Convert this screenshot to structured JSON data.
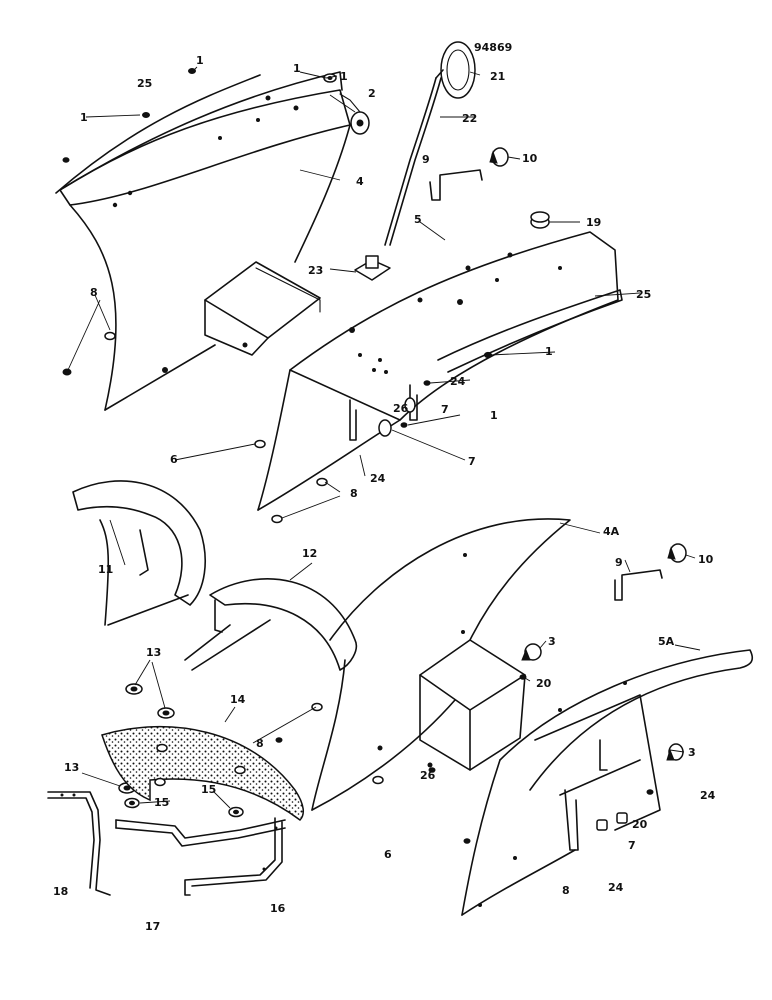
{
  "drawing_ref": "94869",
  "callouts": [
    {
      "id": "c-1a",
      "text": "1"
    },
    {
      "id": "c-1b",
      "text": "1"
    },
    {
      "id": "c-1c",
      "text": "1"
    },
    {
      "id": "c-1d",
      "text": "1"
    },
    {
      "id": "c-1e",
      "text": "1"
    },
    {
      "id": "c-1f",
      "text": "1"
    },
    {
      "id": "c-25a",
      "text": "25"
    },
    {
      "id": "c-2",
      "text": "2"
    },
    {
      "id": "c-21",
      "text": "21"
    },
    {
      "id": "c-22",
      "text": "22"
    },
    {
      "id": "c-4",
      "text": "4"
    },
    {
      "id": "c-9a",
      "text": "9"
    },
    {
      "id": "c-10a",
      "text": "10"
    },
    {
      "id": "c-5",
      "text": "5"
    },
    {
      "id": "c-19",
      "text": "19"
    },
    {
      "id": "c-8a",
      "text": "8"
    },
    {
      "id": "c-23",
      "text": "23"
    },
    {
      "id": "c-25b",
      "text": "25"
    },
    {
      "id": "c-24a",
      "text": "24"
    },
    {
      "id": "c-26a",
      "text": "26"
    },
    {
      "id": "c-7a",
      "text": "7"
    },
    {
      "id": "c-7b",
      "text": "7"
    },
    {
      "id": "c-6a",
      "text": "6"
    },
    {
      "id": "c-24b",
      "text": "24"
    },
    {
      "id": "c-8b",
      "text": "8"
    },
    {
      "id": "c-4a",
      "text": "4A"
    },
    {
      "id": "c-11",
      "text": "11"
    },
    {
      "id": "c-12",
      "text": "12"
    },
    {
      "id": "c-9b",
      "text": "9"
    },
    {
      "id": "c-10b",
      "text": "10"
    },
    {
      "id": "c-3a",
      "text": "3"
    },
    {
      "id": "c-5a",
      "text": "5A"
    },
    {
      "id": "c-13a",
      "text": "13"
    },
    {
      "id": "c-20a",
      "text": "20"
    },
    {
      "id": "c-14",
      "text": "14"
    },
    {
      "id": "c-8c",
      "text": "8"
    },
    {
      "id": "c-3b",
      "text": "3"
    },
    {
      "id": "c-13b",
      "text": "13"
    },
    {
      "id": "c-26b",
      "text": "26"
    },
    {
      "id": "c-24c",
      "text": "24"
    },
    {
      "id": "c-20b",
      "text": "20"
    },
    {
      "id": "c-15a",
      "text": "15"
    },
    {
      "id": "c-15b",
      "text": "15"
    },
    {
      "id": "c-6b",
      "text": "6"
    },
    {
      "id": "c-7c",
      "text": "7"
    },
    {
      "id": "c-18",
      "text": "18"
    },
    {
      "id": "c-16",
      "text": "16"
    },
    {
      "id": "c-8d",
      "text": "8"
    },
    {
      "id": "c-24d",
      "text": "24"
    },
    {
      "id": "c-17",
      "text": "17"
    }
  ]
}
